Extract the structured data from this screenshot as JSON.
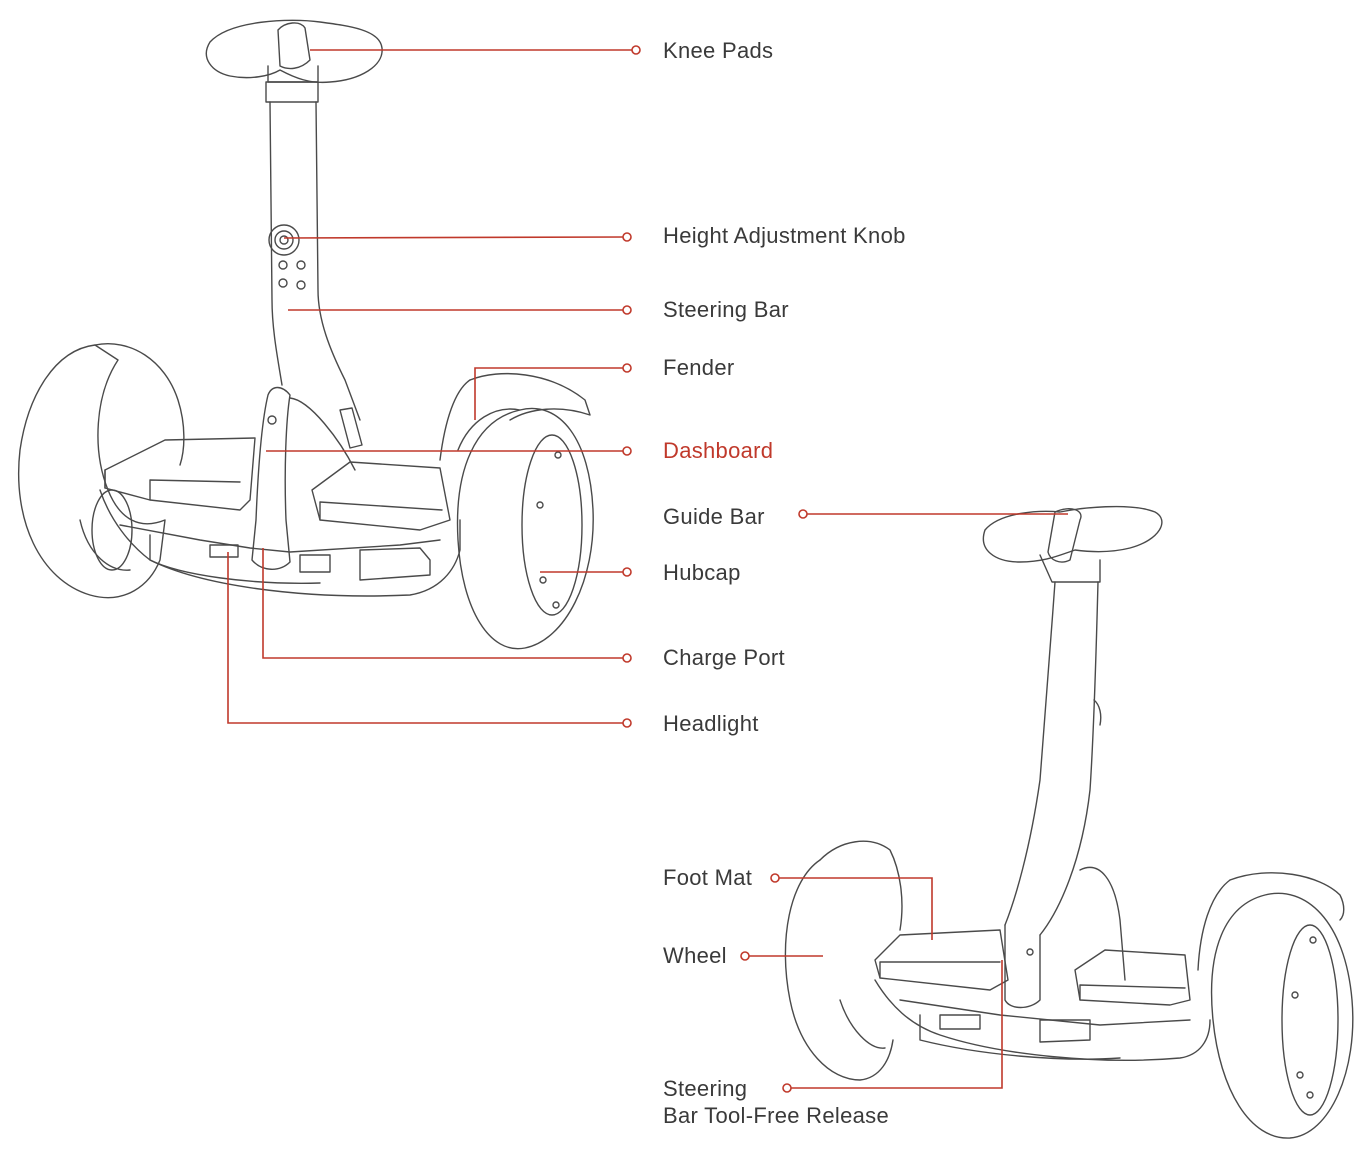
{
  "labels": {
    "knee_pads": "Knee Pads",
    "height_adjustment_knob": "Height Adjustment Knob",
    "steering_bar": "Steering Bar",
    "fender": "Fender",
    "dashboard": "Dashboard",
    "guide_bar": "Guide Bar",
    "hubcap": "Hubcap",
    "charge_port": "Charge Port",
    "headlight": "Headlight",
    "foot_mat": "Foot Mat",
    "wheel": "Wheel",
    "steering_release_line1": "Steering",
    "steering_release_line2": "Bar Tool-Free Release"
  },
  "colors": {
    "leader": "#c0392b",
    "highlight_label": "#c0392b",
    "label_text": "#3a3a3a",
    "drawing_stroke": "#4a4a4a"
  },
  "highlighted_label": "dashboard"
}
